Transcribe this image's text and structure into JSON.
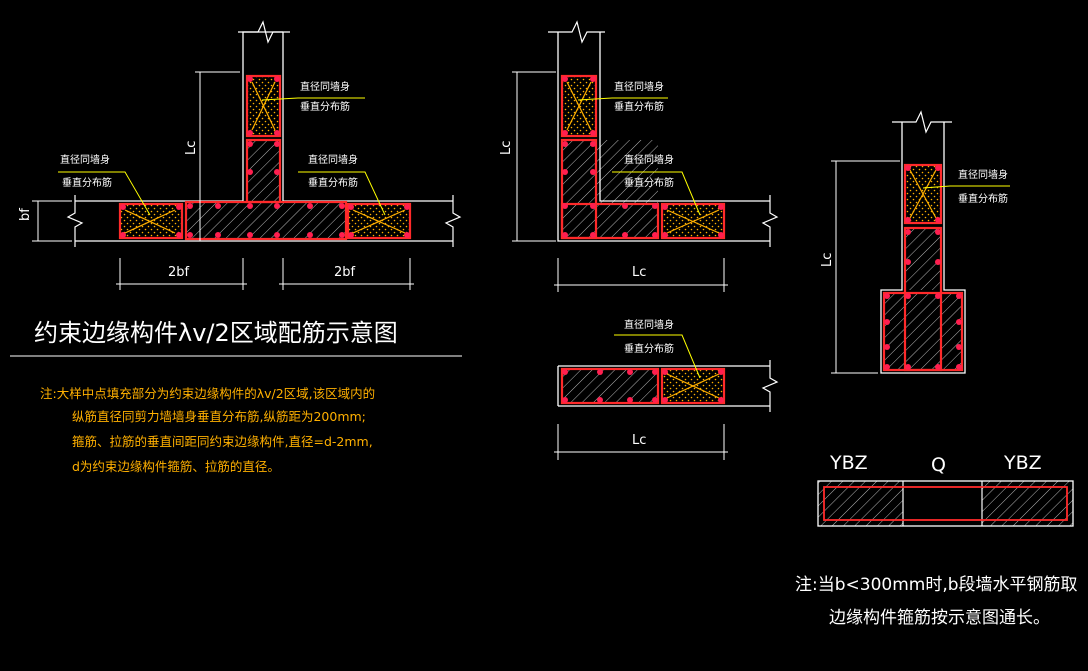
{
  "labels": {
    "bf": "bf",
    "two_bf": "2bf",
    "lc": "Lc",
    "callout_line1": "直径同墙身",
    "callout_line2": "垂直分布筋"
  },
  "title": "约束边缘构件λv/2区域配筋示意图",
  "note_left": [
    "注:大样中点填充部分为约束边缘构件的λv/2区域,该区域内的",
    "纵筋直径同剪力墙墙身垂直分布筋,纵筋距为200mm;",
    "箍筋、拉筋的垂直间距同约束边缘构件,直径=d-2mm,",
    "d为约束边缘构件箍筋、拉筋的直径。"
  ],
  "wall_detail": {
    "left_label": "YBZ",
    "middle_label": "Q",
    "right_label": "YBZ"
  },
  "note_right": [
    "注:当b<300mm时,b段墙水平钢筋取",
    "边缘构件箍筋按示意图通长。"
  ],
  "colors": {
    "background": "#000000",
    "wall_outline": "#ffffff",
    "rebar": "#ff1f4f",
    "stirrup": "#ff2a2a",
    "infill": "#ffb000",
    "hatch": "#ffffff",
    "dimension": "#ffffff",
    "leader": "#ffff00"
  }
}
